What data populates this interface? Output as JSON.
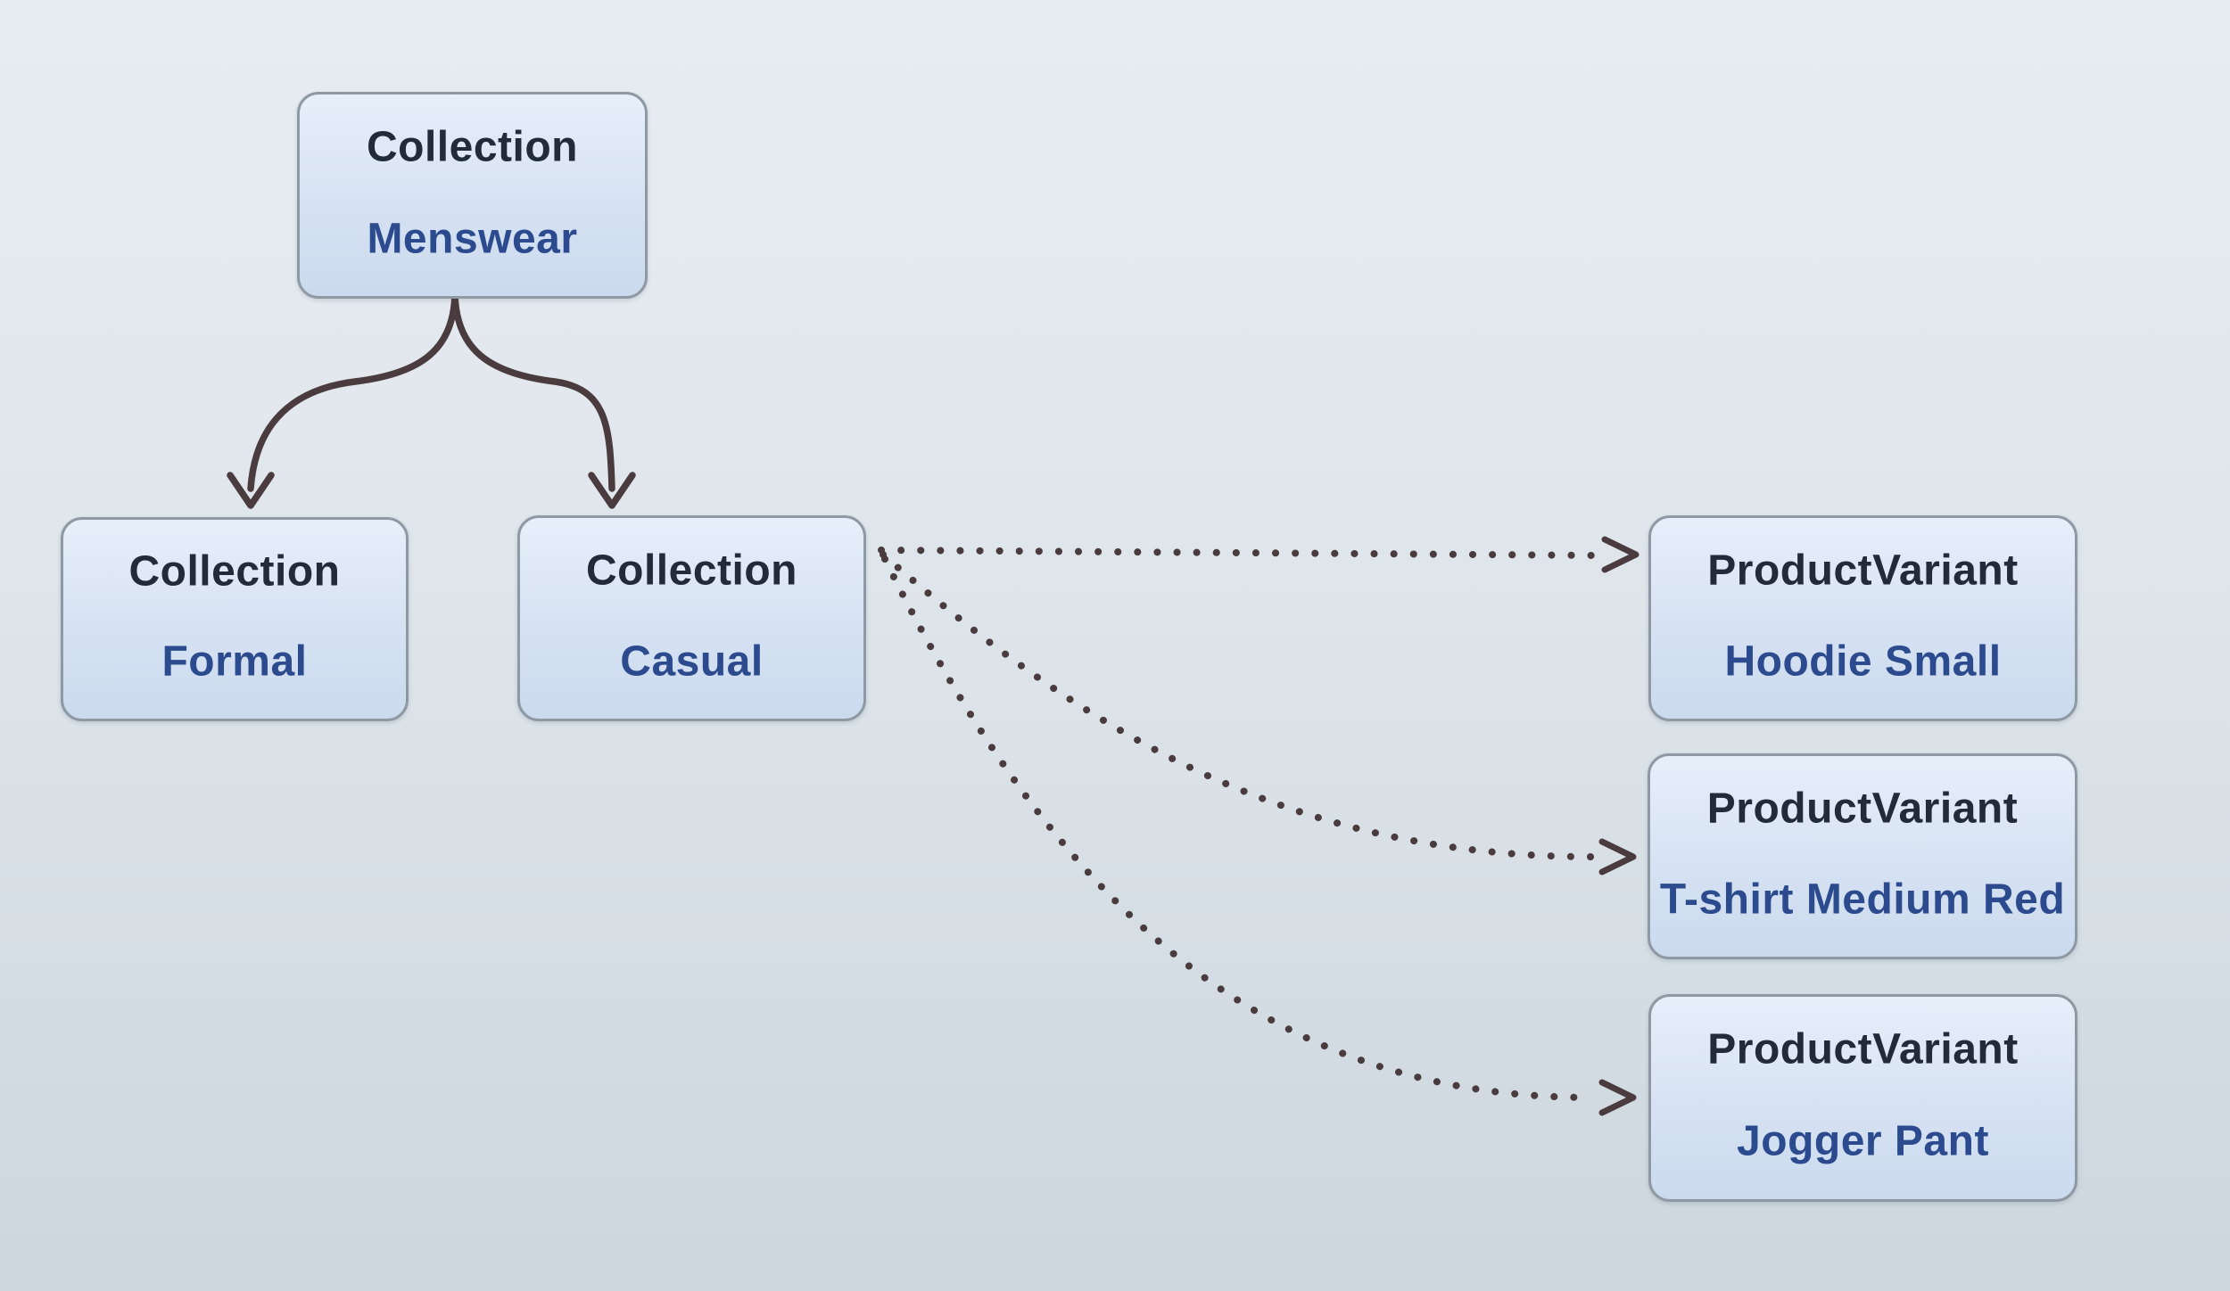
{
  "diagram": {
    "title": "",
    "nodes": [
      {
        "id": "menswear",
        "type": "Collection",
        "label": "Menswear"
      },
      {
        "id": "formal",
        "type": "Collection",
        "label": "Formal"
      },
      {
        "id": "casual",
        "type": "Collection",
        "label": "Casual"
      },
      {
        "id": "hoodie",
        "type": "ProductVariant",
        "label": "Hoodie Small"
      },
      {
        "id": "tshirt",
        "type": "ProductVariant",
        "label": "T-shirt Medium Red"
      },
      {
        "id": "jogger",
        "type": "ProductVariant",
        "label": "Jogger Pant"
      }
    ],
    "edges": [
      {
        "from": "menswear",
        "to": "formal",
        "style": "solid",
        "arrowhead": "open-v"
      },
      {
        "from": "menswear",
        "to": "casual",
        "style": "solid",
        "arrowhead": "open-v"
      },
      {
        "from": "casual",
        "to": "hoodie",
        "style": "dotted",
        "arrowhead": "open-chevron"
      },
      {
        "from": "casual",
        "to": "tshirt",
        "style": "dotted",
        "arrowhead": "open-chevron"
      },
      {
        "from": "casual",
        "to": "jogger",
        "style": "dotted",
        "arrowhead": "open-chevron"
      }
    ],
    "colors": {
      "edge": "#4a3c3e",
      "node_border": "#8e99a4",
      "node_fill_top": "#e7effa",
      "node_fill_bottom": "#cbdaee",
      "node_type_text": "#222b39",
      "node_label_text": "#2c4b8e",
      "background_top": "#e7ecf2",
      "background_bottom": "#ccd6dd"
    }
  }
}
